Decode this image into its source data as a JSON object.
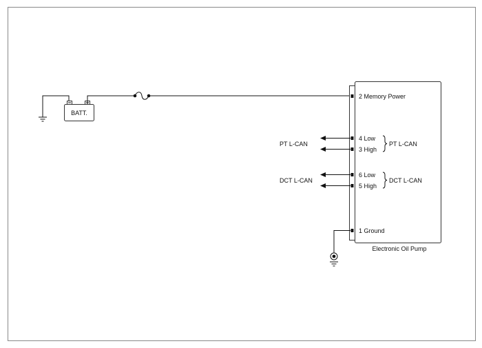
{
  "battery": {
    "label": "BATT."
  },
  "module": {
    "name": "Electronic Oil Pump",
    "pins": {
      "memory_power": "2 Memory Power",
      "pt_low": "4 Low",
      "pt_high": "3 High",
      "dct_low": "6 Low",
      "dct_high": "5 High",
      "ground": "1 Ground"
    }
  },
  "bus_labels": {
    "pt_left": "PT L-CAN",
    "pt_right": "PT L-CAN",
    "dct_left": "DCT L-CAN",
    "dct_right": "DCT L-CAN"
  },
  "colors": {
    "line": "#111111",
    "frame": "#888888",
    "box": "#333333"
  }
}
